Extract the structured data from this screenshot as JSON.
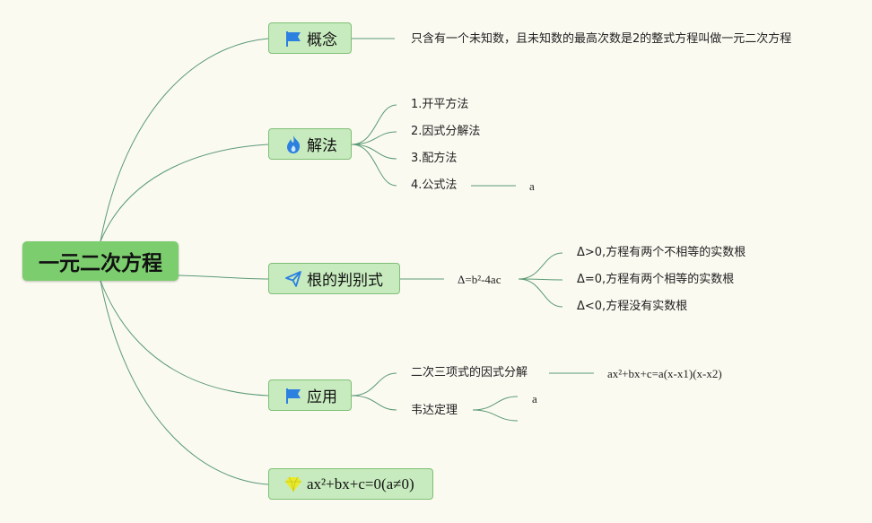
{
  "root": {
    "label": "一元二次方程"
  },
  "branches": {
    "concept": {
      "label": "概念",
      "icon": "flag-icon",
      "detail": "只含有一个未知数，且未知数的最高次数是2的整式方程叫做一元二次方程"
    },
    "methods": {
      "label": "解法",
      "icon": "fire-icon",
      "items": [
        "1.开平方法",
        "2.因式分解法",
        "3.配方法",
        "4.公式法"
      ],
      "formula_leaf": "a"
    },
    "discriminant": {
      "label": "根的判别式",
      "icon": "paper-plane-icon",
      "formula": "Δ=b²-4ac",
      "cases": [
        "Δ>0,方程有两个不相等的实数根",
        "Δ=0,方程有两个相等的实数根",
        "Δ<0,方程没有实数根"
      ]
    },
    "application": {
      "label": "应用",
      "icon": "flag-icon",
      "factor": {
        "label": "二次三项式的因式分解",
        "formula": "ax²+bx+c=a(x-x1)(x-x2)"
      },
      "vieta": {
        "label": "韦达定理",
        "leaf": "a"
      }
    },
    "general_form": {
      "label": "ax²+bx+c=0(a≠0)",
      "icon": "gem-icon"
    }
  },
  "colors": {
    "background": "#fbfaf1",
    "root_fill": "#7ccd6e",
    "node_fill": "#c7ebbe",
    "node_border": "#7fbf77",
    "line": "#5a9a75",
    "icon_blue": "#2b80e0",
    "gem_yellow": "#e9ea2c"
  }
}
